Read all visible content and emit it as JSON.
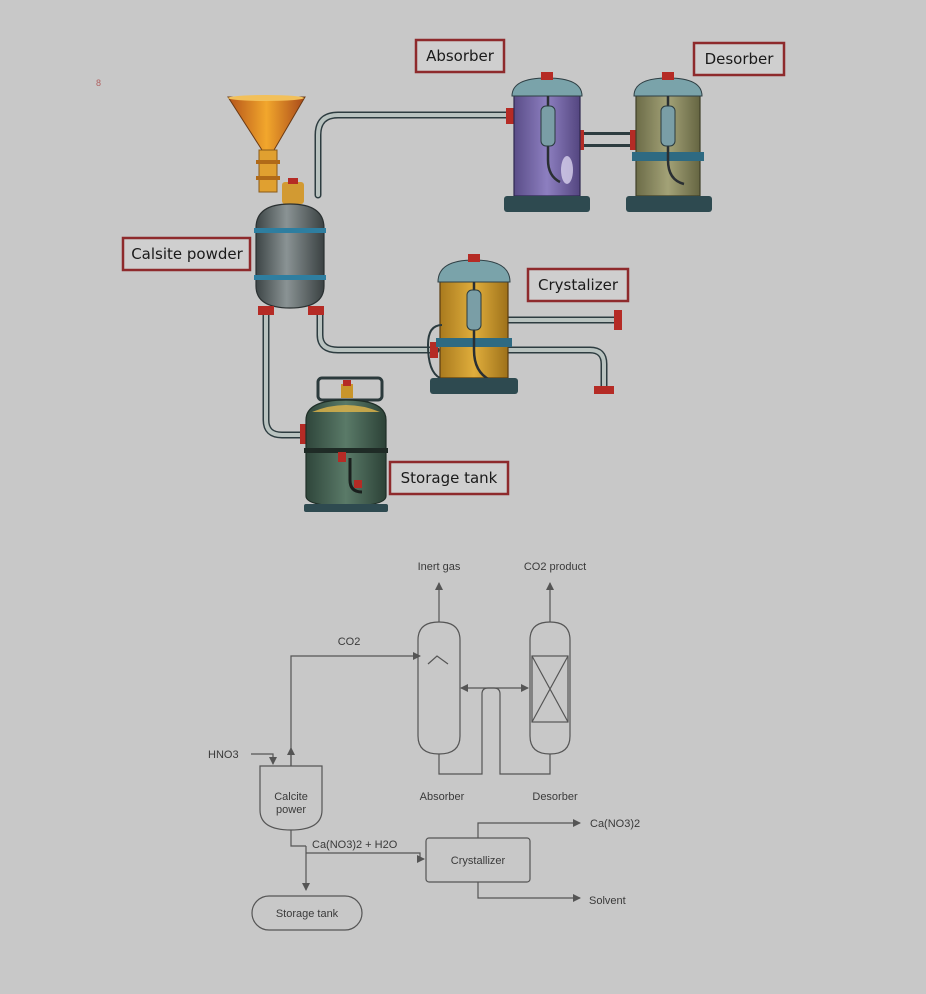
{
  "corner_mark": "8",
  "illustration": {
    "labels": {
      "absorber": "Absorber",
      "desorber": "Desorber",
      "calcite": "Calsite powder",
      "crystalizer": "Crystalizer",
      "storage": "Storage tank"
    },
    "colors": {
      "label_border": "#8e2a2c",
      "label_fill": "#cfcfcf",
      "absorber_body": "#7a6aa8",
      "desorber_body": "#8a8a5e",
      "crystalizer_body": "#c9952a",
      "storage_body": "#3f5b4d",
      "reactor_body": "#5f6768",
      "funnel": "#d07a18"
    }
  },
  "flow": {
    "inert_gas": "Inert gas",
    "co2_product": "CO2 product",
    "co2": "CO2",
    "hno3": "HNO3",
    "calcite_line1": "Calcite",
    "calcite_line2": "power",
    "absorber": "Absorber",
    "desorber": "Desorber",
    "ca_no3_h2o": "Ca(NO3)2 + H2O",
    "crystallizer": "Crystallizer",
    "ca_no3": "Ca(NO3)2",
    "solvent": "Solvent",
    "storage": "Storage tank"
  }
}
